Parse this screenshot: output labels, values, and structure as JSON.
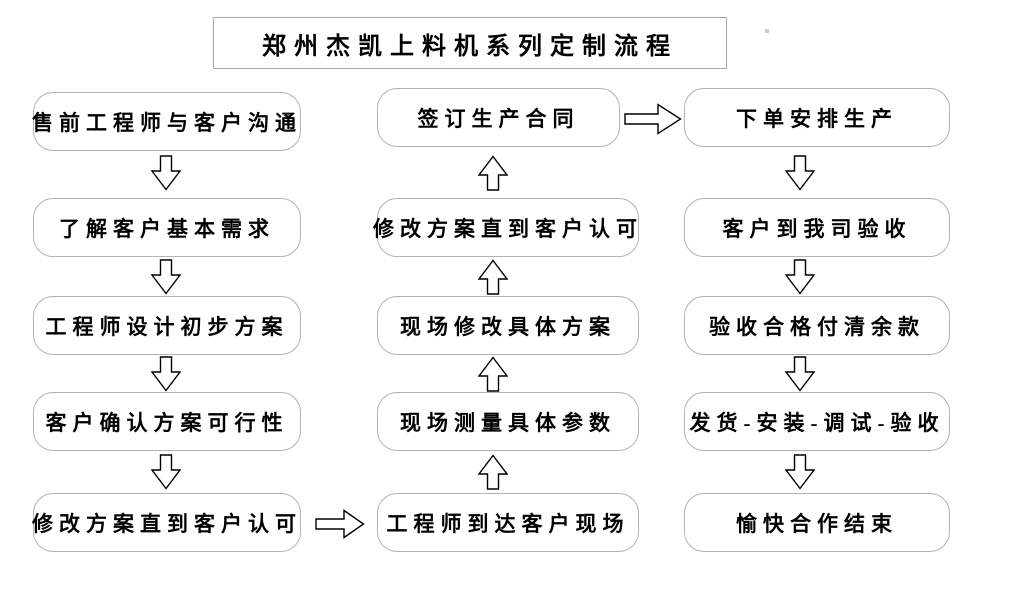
{
  "title": "郑州杰凯上料机系列定制流程",
  "flow": {
    "left_column": {
      "direction": "top-to-bottom",
      "steps": [
        "售前工程师与客户沟通",
        "了解客户基本需求",
        "工程师设计初步方案",
        "客户确认方案可行性",
        "修改方案直到客户认可"
      ]
    },
    "middle_column": {
      "direction": "bottom-to-top",
      "steps": [
        "签订生产合同",
        "修改方案直到客户认可",
        "现场修改具体方案",
        "现场测量具体参数",
        "工程师到达客户现场"
      ]
    },
    "right_column": {
      "direction": "top-to-bottom",
      "steps": [
        "下单安排生产",
        "客户到我司验收",
        "验收合格付清余款",
        "发货-安装-调试-验收",
        "愉快合作结束"
      ]
    }
  },
  "colors": {
    "box_border": "#b3b3b3",
    "text": "#000000",
    "arrow_outline": "#000000",
    "arrow_fill": "#ffffff",
    "background": "#ffffff"
  }
}
